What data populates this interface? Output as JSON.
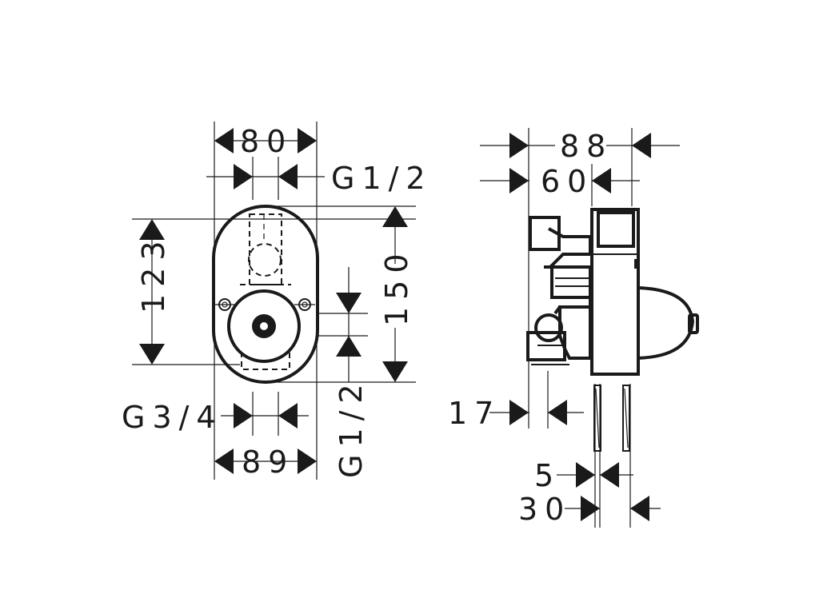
{
  "front_view": {
    "width_top": "80",
    "connection_top": "G1/2",
    "height_inner": "123",
    "height_outer": "150",
    "connection_bottom": "G3/4",
    "width_bottom": "89",
    "connection_side": "G1/2"
  },
  "side_view": {
    "depth_total": "88",
    "depth_body": "60",
    "offset_17": "17",
    "offset_5": "5",
    "offset_30": "30"
  },
  "colors": {
    "line": "#1a1a1a",
    "background": "#ffffff"
  }
}
